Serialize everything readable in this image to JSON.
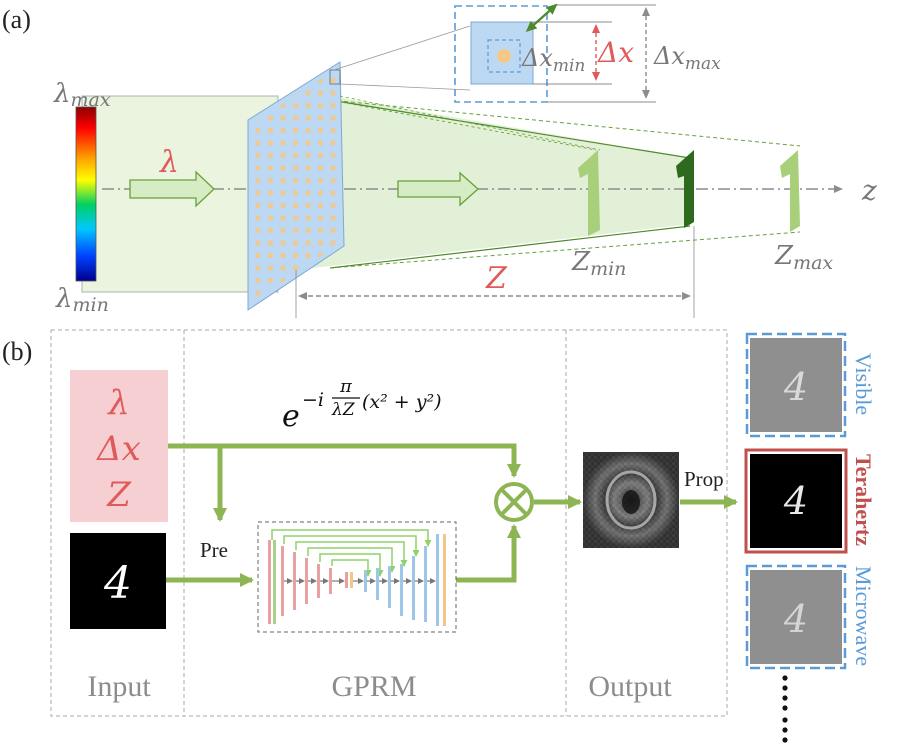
{
  "panel_a": {
    "label": "(a)",
    "lambda_max": "λmax",
    "lambda_max_base": "λ",
    "lambda_max_sub": "max",
    "lambda_min_base": "λ",
    "lambda_min_sub": "min",
    "lambda": "λ",
    "z_axis": "z",
    "Z": "Z",
    "Z_min_base": "Z",
    "Z_min_sub": "min",
    "Z_max_base": "Z",
    "Z_max_sub": "max",
    "dx": "Δx",
    "dx_min_base": "Δx",
    "dx_min_sub": "min",
    "dx_max_base": "Δx",
    "dx_max_sub": "max"
  },
  "panel_b": {
    "label": "(b)",
    "inputs": [
      "λ",
      "Δx",
      "Z"
    ],
    "formula_base": "e",
    "formula_exp": "−i",
    "formula_num": "π",
    "formula_den": "λZ",
    "formula_tail": "(x² + y²)",
    "pre": "Pre",
    "prop": "Prop",
    "digit": "4",
    "section_input": "Input",
    "section_gprm": "GPRM",
    "section_output": "Output",
    "band_visible": "Visible",
    "band_terahertz": "Terahertz",
    "band_microwave": "Microwave"
  },
  "colors": {
    "green_arrow": "#8db554",
    "input_pink": "#f6cfd3",
    "red_text": "#e05a5a",
    "blue_dash": "#5b9bd5",
    "terahertz_red": "#c0504d",
    "label_gray": "#8c8c8c"
  }
}
